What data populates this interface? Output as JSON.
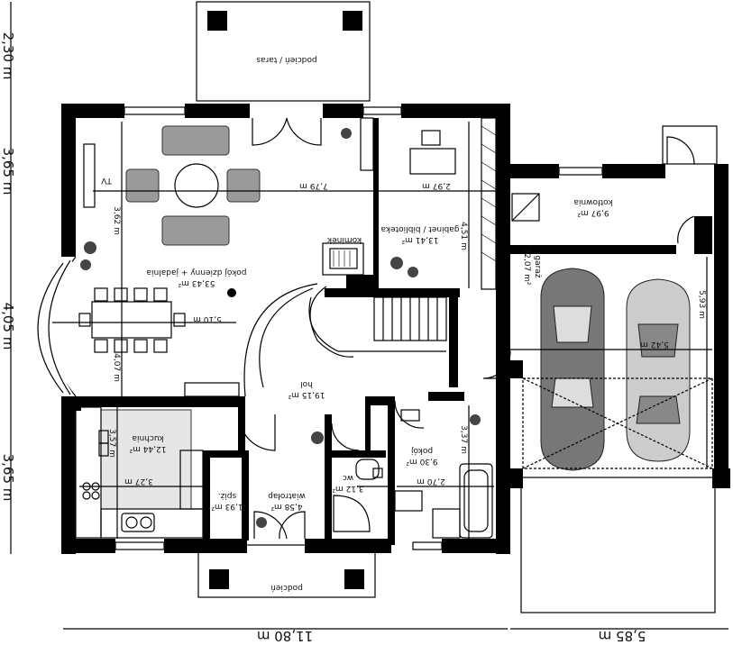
{
  "rooms": {
    "terrace": {
      "name": "podcień / taras"
    },
    "living": {
      "name": "pokój dzienny + jadalnia",
      "area": "53,43 m²"
    },
    "study": {
      "name": "gabinet / biblioteka",
      "area": "13,41 m²"
    },
    "boiler": {
      "name": "kotłownia",
      "area": "9,97 m²"
    },
    "garage": {
      "name": "garaż",
      "area": "32,07 m²"
    },
    "hall": {
      "name": "hol",
      "area": "19,15 m²"
    },
    "kitchen": {
      "name": "kuchnia",
      "area": "12,44 m²"
    },
    "pantry": {
      "name": "spiż.",
      "area": "1,93 m²"
    },
    "vestibule": {
      "name": "wiatrołap",
      "area": "4,58 m²"
    },
    "wc": {
      "name": "wc",
      "area": "3,12 m²"
    },
    "room": {
      "name": "pokój",
      "area": "9,30 m²"
    },
    "porch": {
      "name": "podcień"
    }
  },
  "labels": {
    "tv": "TV",
    "fireplace": "kominek"
  },
  "dimensions": {
    "living_width": "7,79 m",
    "living_depth": "3,62 m",
    "living_lower": "4,07 m",
    "dining_width": "5,10 m",
    "study_width": "2,97 m",
    "study_depth": "4,51 m",
    "garage_depth": "5,93 m",
    "garage_width": "5,42 m",
    "kitchen_width": "3,27 m",
    "kitchen_depth": "3,57 m",
    "room_depth": "3,37 m",
    "room_width": "2,70 m",
    "left_top": "2,30 m",
    "left_upper": "3,65 m",
    "left_middle": "4,05 m",
    "left_lower": "3,65 m",
    "bottom_house": "11,80 m",
    "bottom_garage": "5,85 m"
  }
}
